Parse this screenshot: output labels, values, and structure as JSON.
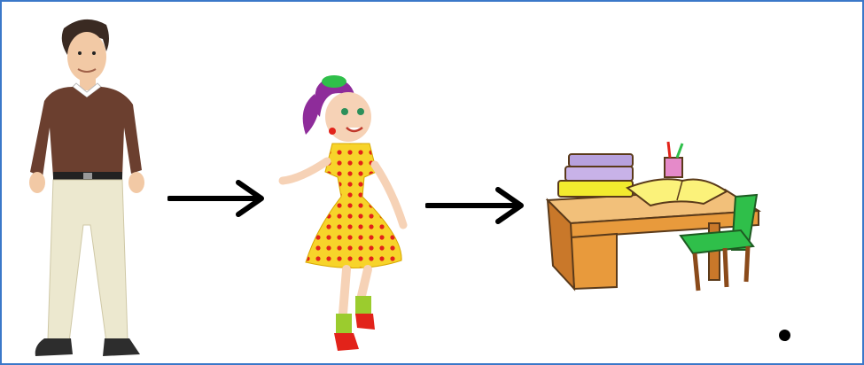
{
  "figures": [
    {
      "id": "man",
      "icon": "man-illustration"
    },
    {
      "id": "girl",
      "icon": "girl-illustration"
    },
    {
      "id": "desk",
      "icon": "desk-with-books-illustration"
    }
  ],
  "connectors": [
    {
      "from": "man",
      "to": "girl",
      "icon": "right-arrow-icon"
    },
    {
      "from": "girl",
      "to": "desk",
      "icon": "right-arrow-icon"
    }
  ],
  "colors": {
    "frame": "#3b78c9",
    "dress": "#f7d42a",
    "dots": "#e2231a",
    "chair": "#2fbf4a",
    "desk": "#e89a3c",
    "sweater": "#6b3f2f"
  }
}
